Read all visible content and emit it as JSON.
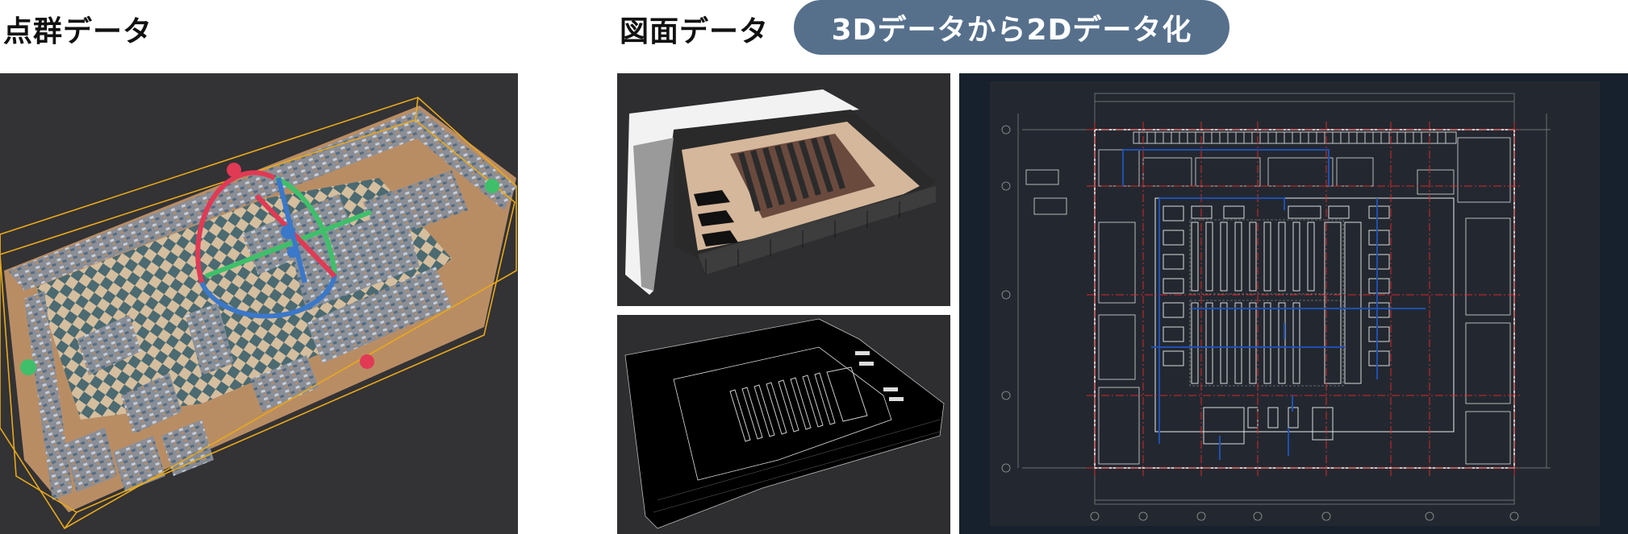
{
  "left_section": {
    "title": "点群データ",
    "panel": {
      "label": "point-cloud-view",
      "background": "#333234",
      "gizmo_colors": {
        "x": "#e03a55",
        "y": "#3fbf6a",
        "z": "#3b78c9"
      },
      "bounding_box_color": "#e8a91c"
    }
  },
  "right_section": {
    "title": "図面データ",
    "badge": "3Dデータから2Dデータ化",
    "badge_color": "#56708c",
    "panels": [
      {
        "label": "3d-colored-model-view",
        "background": "#2e2d30"
      },
      {
        "label": "3d-wireframe-model-view",
        "background": "#2e2d30"
      },
      {
        "label": "2d-cad-floor-plan-view",
        "background": "#16212d",
        "inner_background": "#232830",
        "grid_line_color": "#d62828",
        "duct_color": "#1f4fb0"
      }
    ]
  }
}
